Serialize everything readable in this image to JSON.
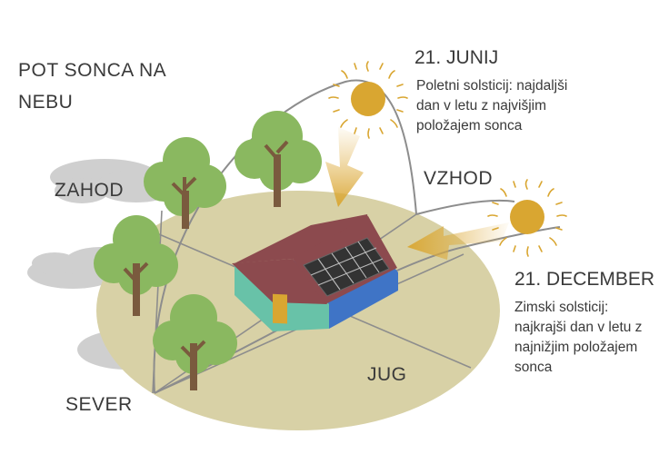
{
  "title_line1": "POT SONCA NA",
  "title_line2": "NEBU",
  "directions": {
    "west": "ZAHOD",
    "east": "VZHOD",
    "north": "SEVER",
    "south": "JUG"
  },
  "summer": {
    "date": "21. JUNIJ",
    "desc_line1": "Poletni solsticij: najdaljši",
    "desc_line2": "dan v letu z najvišjim",
    "desc_line3": "položajem sonca"
  },
  "winter": {
    "date": "21. DECEMBER",
    "desc_line1": "Zimski solsticij:",
    "desc_line2": "najkrajši dan v letu z",
    "desc_line3": "najnižjim položajem",
    "desc_line4": "sonca"
  },
  "colors": {
    "ground": "#d8d1a6",
    "sun": "#d9a631",
    "tree": "#8ab860",
    "trunk": "#7a5a3e",
    "roof": "#8c4a4e",
    "wall_front": "#68c2a8",
    "wall_side": "#3f74c6",
    "panel": "#333333",
    "shadow": "#aaaaaa",
    "path_line": "#8d8d8d"
  }
}
